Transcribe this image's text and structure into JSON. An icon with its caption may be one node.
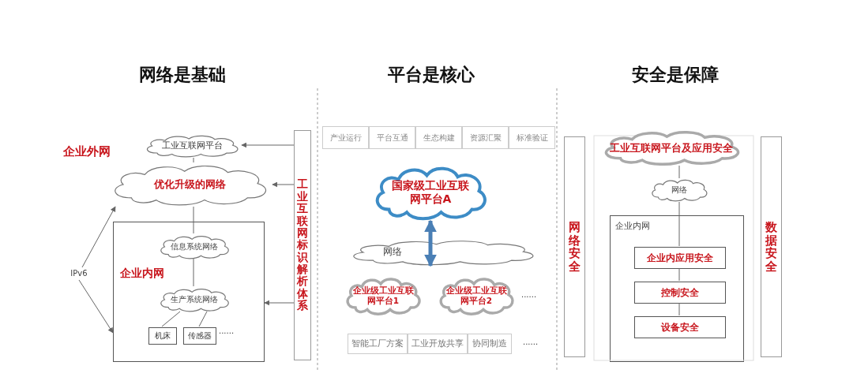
{
  "diagram": {
    "nodes": [
      {
        "text": [
          "工业互联网平台"
        ]
      },
      {
        "text": [
          "优化升级的网络"
        ]
      },
      {
        "text": [
          "企业内网"
        ]
      },
      {
        "text": [
          "信息系统网络"
        ],
        "in": 2
      },
      {
        "text": [
          "生产系统网络"
        ],
        "in": 2
      },
      {
        "text": [
          "机床"
        ],
        "in": 2
      },
      {
        "text": [
          "传感器"
        ],
        "in": 2
      },
      {
        "text": [
          "IPv6"
        ]
      },
      {
        "text": [
          "工业互联网标识解析体系"
        ]
      },
      {
        "text": [
          "产业运行"
        ]
      },
      {
        "text": [
          "平台互通"
        ]
      },
      {
        "text": [
          "生态构建"
        ]
      },
      {
        "text": [
          "资源汇聚"
        ]
      },
      {
        "text": [
          "标准验证"
        ]
      },
      {
        "text": [
          "国家级工业互联网平台A"
        ]
      },
      {
        "text": [
          "网络"
        ]
      },
      {
        "text": [
          "企业级工业互联网平台1"
        ]
      },
      {
        "text": [
          "企业级工业互联网平台2"
        ]
      },
      {
        "text": [
          "智能工厂方案"
        ]
      },
      {
        "text": [
          "工业开放共享"
        ]
      },
      {
        "text": [
          "协同制造"
        ]
      },
      {
        "text": [
          "网络安全"
        ]
      },
      {
        "text": [
          "工业互联网平台及应用安全"
        ]
      },
      {
        "text": [
          "网络"
        ]
      },
      {
        "text": [
          "企业内网"
        ]
      },
      {
        "text": [
          "企业内应用安全"
        ],
        "in": 24
      },
      {
        "text": [
          "控制安全"
        ],
        "in": 24
      },
      {
        "text": [
          "设备安全"
        ],
        "in": 24
      },
      {
        "text": [
          "数据安全"
        ]
      }
    ],
    "edges": [
      {
        "from": 0,
        "to": 1,
        "arrow": "none"
      },
      {
        "from": 1,
        "to": 3,
        "arrow": "none"
      },
      {
        "from": 3,
        "to": 4,
        "arrow": "none"
      },
      {
        "from": 4,
        "to": 5,
        "arrow": "none"
      },
      {
        "from": 4,
        "to": 6,
        "arrow": "none"
      },
      {
        "from": 7,
        "to": 1,
        "arrow": "to"
      },
      {
        "from": 7,
        "to": 2,
        "arrow": "to"
      },
      {
        "from": 8,
        "to": 0,
        "arrow": "to"
      },
      {
        "from": 8,
        "to": 1,
        "arrow": "to"
      },
      {
        "from": 8,
        "to": 2,
        "arrow": "to"
      },
      {
        "from": 14,
        "to": 15,
        "arrow": "both",
        "style": "thick",
        "color": "#4a7fb5"
      },
      {
        "from": 22,
        "to": 23,
        "arrow": "none"
      },
      {
        "from": 23,
        "to": 25,
        "arrow": "none"
      },
      {
        "from": 25,
        "to": 26,
        "arrow": "none"
      },
      {
        "from": 26,
        "to": 27,
        "arrow": "none"
      }
    ],
    "labels": [
      "网络是基础",
      "平台是核心",
      "安全是保障",
      "企业外网",
      "......",
      "......",
      "......"
    ]
  }
}
